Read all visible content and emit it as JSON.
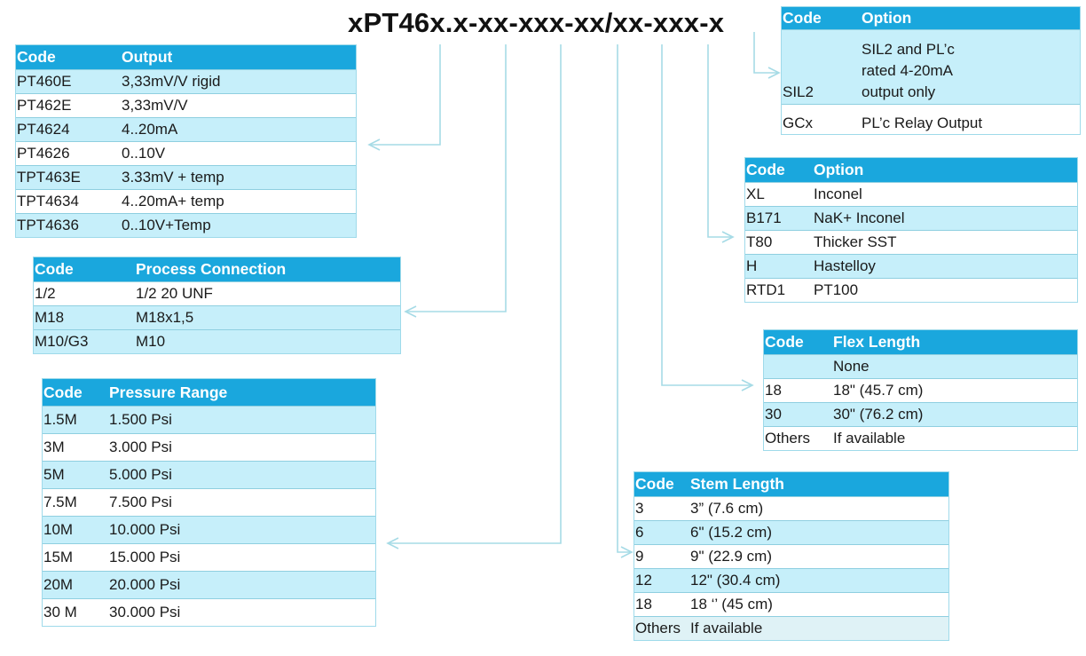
{
  "title_left": "xPT46",
  "title_right": "x.x-xx-xxx-xx/xx-xxx-x",
  "output_table": {
    "headers": [
      "Code",
      "Output"
    ],
    "rows": [
      [
        "PT460E",
        "3,33mV/V rigid"
      ],
      [
        "PT462E",
        "3,33mV/V"
      ],
      [
        "PT4624",
        "4..20mA"
      ],
      [
        "PT4626",
        "0..10V"
      ],
      [
        "TPT463E",
        "3.33mV + temp"
      ],
      [
        "TPT4634",
        "4..20mA+ temp"
      ],
      [
        "TPT4636",
        "0..10V+Temp"
      ]
    ]
  },
  "process_table": {
    "headers": [
      "Code",
      "Process Connection"
    ],
    "rows": [
      [
        "1/2",
        "1/2 20 UNF"
      ],
      [
        "M18",
        "M18x1,5"
      ],
      [
        "M10/G3",
        "M10"
      ]
    ]
  },
  "pressure_table": {
    "headers": [
      "Code",
      "Pressure Range"
    ],
    "rows": [
      [
        "1.5M",
        "1.500 Psi"
      ],
      [
        "3M",
        "3.000 Psi"
      ],
      [
        "5M",
        "5.000 Psi"
      ],
      [
        "7.5M",
        "7.500 Psi"
      ],
      [
        "10M",
        "10.000 Psi"
      ],
      [
        "15M",
        "15.000 Psi"
      ],
      [
        "20M",
        "20.000 Psi"
      ],
      [
        "30 M",
        "30.000 Psi"
      ]
    ]
  },
  "sil_table": {
    "headers": [
      "Code",
      "Option"
    ],
    "rows": [
      [
        "SIL2",
        "SIL2 and PL’c rated 4-20mA output only"
      ],
      [
        "GCx",
        "PL’c Relay Output"
      ]
    ]
  },
  "material_table": {
    "headers": [
      "Code",
      "Option"
    ],
    "rows": [
      [
        "XL",
        "Inconel"
      ],
      [
        "B171",
        "NaK+ Inconel"
      ],
      [
        "T80",
        "Thicker SST"
      ],
      [
        "H",
        "Hastelloy"
      ],
      [
        "RTD1",
        "PT100"
      ]
    ]
  },
  "flex_table": {
    "headers": [
      "Code",
      "Flex Length"
    ],
    "rows": [
      [
        "",
        "None"
      ],
      [
        "18",
        "18\" (45.7 cm)"
      ],
      [
        "30",
        "30\" (76.2 cm)"
      ],
      [
        "Others",
        "If available"
      ]
    ]
  },
  "stem_table": {
    "headers": [
      "Code",
      "Stem Length"
    ],
    "rows": [
      [
        "3",
        "3” (7.6 cm)"
      ],
      [
        "6",
        "6\" (15.2 cm)"
      ],
      [
        "9",
        "9\" (22.9 cm)"
      ],
      [
        "12",
        "12\" (30.4 cm)"
      ],
      [
        "18",
        "18 ‘’ (45 cm)"
      ],
      [
        "Others",
        "If  available"
      ]
    ]
  },
  "colors": {
    "header": "#1aa7dd",
    "row_alt": "#c6effa",
    "connector": "#a6dbe6"
  }
}
